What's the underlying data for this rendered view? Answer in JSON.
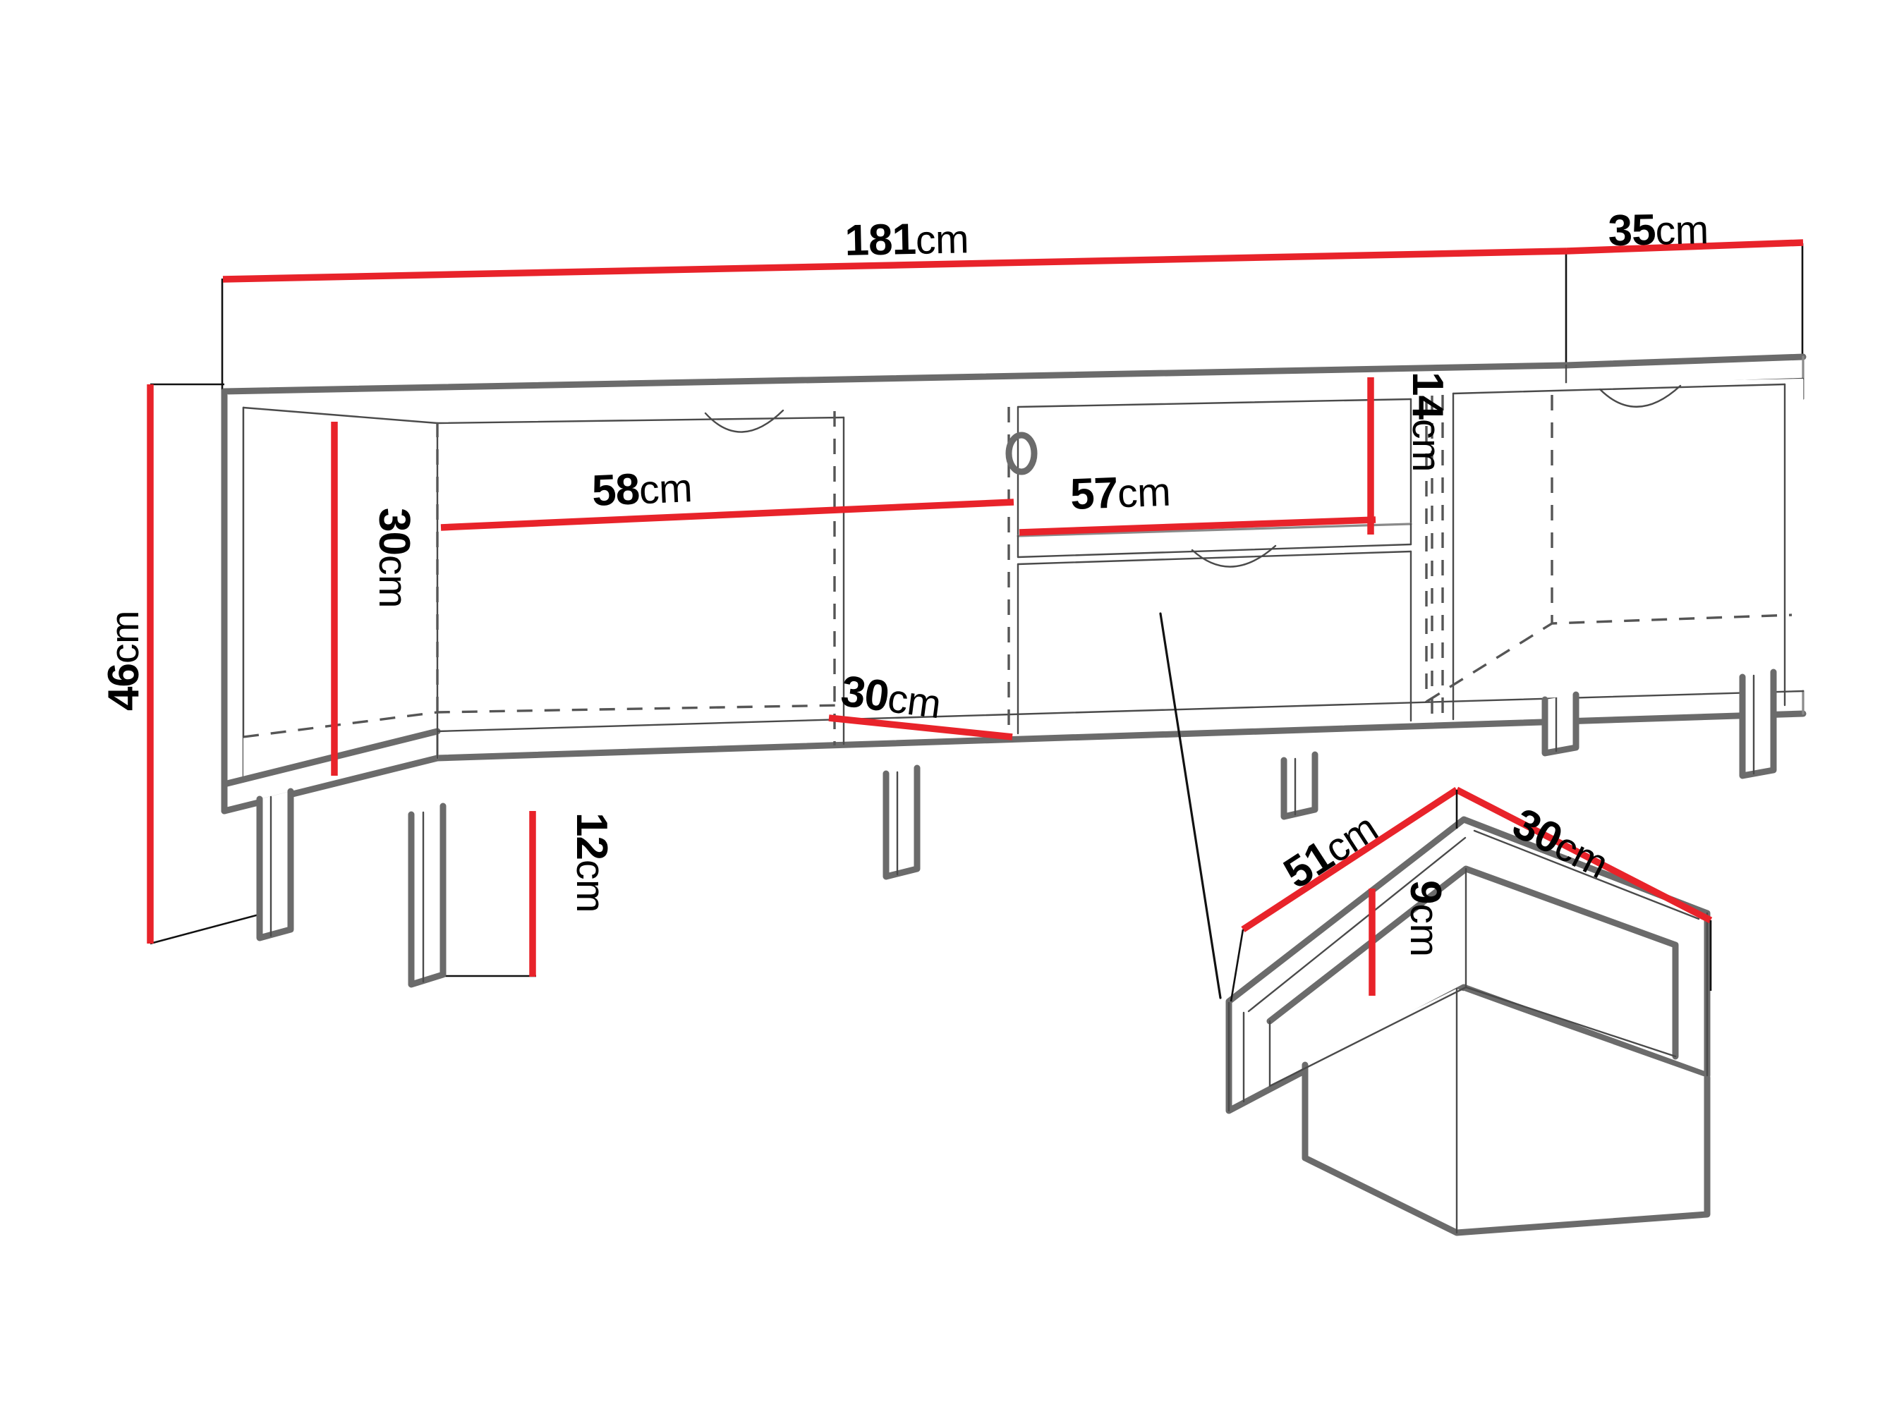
{
  "drawing": {
    "title": "TV Cabinet Dimension Diagram",
    "unit": "cm",
    "colors": {
      "dimension_red": "#e8232a",
      "furniture_outline": "#6b6b6b",
      "furniture_face": "#ffffff",
      "extension_line": "#111111",
      "hidden_line": "#555555",
      "background": "#ffffff"
    }
  },
  "dimensions": {
    "total_width": {
      "value": "181",
      "unit": "cm",
      "orientation": "horizontal",
      "target": "cabinet-overall-width"
    },
    "total_depth": {
      "value": "35",
      "unit": "cm",
      "orientation": "horizontal",
      "target": "cabinet-overall-depth"
    },
    "total_height": {
      "value": "46",
      "unit": "cm",
      "orientation": "vertical",
      "target": "cabinet-overall-height"
    },
    "left_compartment_height": {
      "value": "30",
      "unit": "cm",
      "orientation": "vertical",
      "target": "left-compartment-height"
    },
    "left_compartment_width": {
      "value": "58",
      "unit": "cm",
      "orientation": "horizontal",
      "target": "left-compartment-width"
    },
    "left_compartment_depth": {
      "value": "30",
      "unit": "cm",
      "orientation": "diagonal",
      "target": "left-compartment-depth"
    },
    "middle_shelf_width": {
      "value": "57",
      "unit": "cm",
      "orientation": "horizontal",
      "target": "middle-shelf-width"
    },
    "middle_opening_height": {
      "value": "14",
      "unit": "cm",
      "orientation": "vertical",
      "target": "middle-opening-height"
    },
    "leg_height": {
      "value": "12",
      "unit": "cm",
      "orientation": "vertical",
      "target": "leg-height"
    },
    "drawer_width": {
      "value": "51",
      "unit": "cm",
      "orientation": "diagonal-up",
      "target": "drawer-width"
    },
    "drawer_depth": {
      "value": "30",
      "unit": "cm",
      "orientation": "diagonal-down",
      "target": "drawer-depth"
    },
    "drawer_height": {
      "value": "9",
      "unit": "cm",
      "orientation": "vertical",
      "target": "drawer-inner-height"
    }
  },
  "labels": {
    "width_181": {
      "num": "181",
      "unit": "cm"
    },
    "depth_35": {
      "num": "35",
      "unit": "cm"
    },
    "height_46": {
      "num": "46",
      "unit": "cm"
    },
    "shelf_30": {
      "num": "30",
      "unit": "cm"
    },
    "open_58": {
      "num": "58",
      "unit": "cm"
    },
    "depth_30": {
      "num": "30",
      "unit": "cm"
    },
    "shelf_57": {
      "num": "57",
      "unit": "cm"
    },
    "gap_14": {
      "num": "14",
      "unit": "cm"
    },
    "leg_12": {
      "num": "12",
      "unit": "cm"
    },
    "drawer_51": {
      "num": "51",
      "unit": "cm"
    },
    "drawer_30": {
      "num": "30",
      "unit": "cm"
    },
    "drawer_9": {
      "num": "9",
      "unit": "cm"
    }
  },
  "parts": {
    "cabinet": "tv-cabinet-isometric",
    "left_open_compartment": "left-open-compartment",
    "middle_drawer_unit": "middle-drawer-unit",
    "right_open_compartment": "right-open-compartment",
    "legs_count": 6,
    "drawer_detail": "drawer-exploded-detail"
  }
}
